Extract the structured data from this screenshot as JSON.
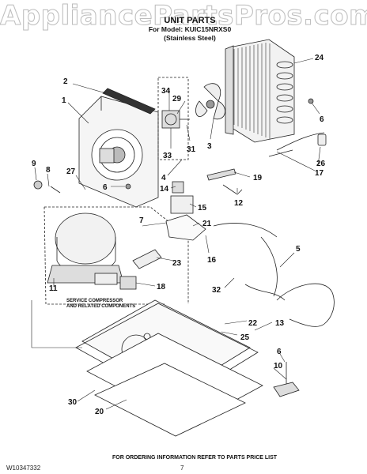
{
  "watermark": "AppliancePartsPros.com",
  "header": {
    "title": "UNIT PARTS",
    "model_line": "For Model: KUIC15NRXS0",
    "variant": "(Stainless Steel)"
  },
  "callouts": [
    "24",
    "2",
    "1",
    "34",
    "29",
    "31",
    "33",
    "3",
    "6",
    "9",
    "8",
    "27",
    "6",
    "4",
    "14",
    "15",
    "19",
    "12",
    "26",
    "17",
    "7",
    "21",
    "16",
    "5",
    "23",
    "18",
    "11",
    "32",
    "22",
    "25",
    "13",
    "6",
    "10",
    "30",
    "20"
  ],
  "note": {
    "line1": "SERVICE COMPRESSOR",
    "line2": "AND RELATED COMPONENTS"
  },
  "footer": {
    "ordering": "FOR ORDERING INFORMATION REFER TO PARTS PRICE LIST",
    "doc_number": "W10347332",
    "page": "7"
  }
}
